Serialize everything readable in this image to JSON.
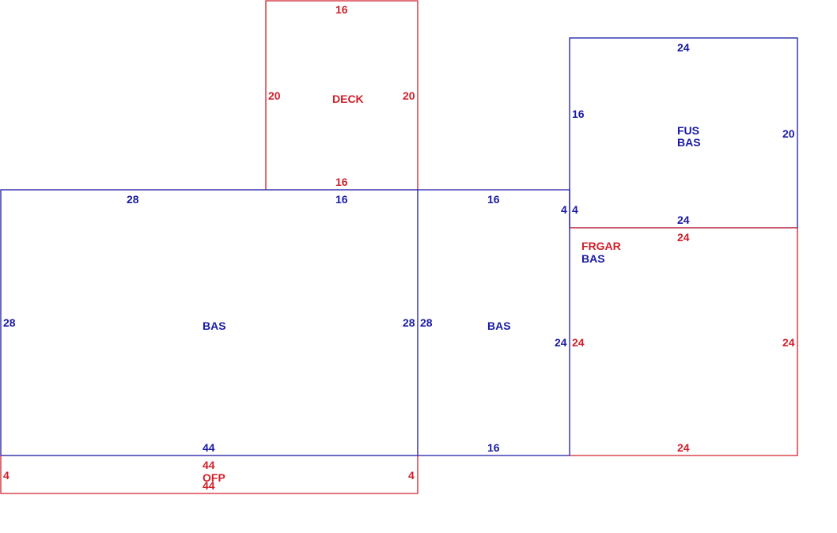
{
  "colors": {
    "blue": "#1a1aa6",
    "red": "#d0202a"
  },
  "areas": [
    {
      "id": "deck",
      "color": "red",
      "labels": [
        "DECK"
      ],
      "dims": {
        "top": "16",
        "bottom": "16",
        "left": "20",
        "right": "20"
      }
    },
    {
      "id": "bas-main",
      "color": "blue",
      "labels": [
        "BAS"
      ],
      "dims": {
        "top_left": "28",
        "top_right": "16",
        "left": "28",
        "right": "28",
        "bottom": "44"
      }
    },
    {
      "id": "bas-middle",
      "color": "blue",
      "labels": [
        "BAS"
      ],
      "dims": {
        "top": "16",
        "left": "28",
        "bottom": "16",
        "right_upper": "4",
        "right_lower": "24"
      }
    },
    {
      "id": "fus",
      "color": "blue",
      "labels": [
        "FUS",
        "BAS"
      ],
      "dims": {
        "top": "24",
        "left": "16",
        "right": "20",
        "bottom": "24",
        "left_lower": "4"
      }
    },
    {
      "id": "frgar",
      "color": "red",
      "labels": [
        "FRGAR",
        "BAS"
      ],
      "label_colors": [
        "red",
        "blue"
      ],
      "dims": {
        "top": "24",
        "left": "24",
        "right": "24",
        "bottom": "24"
      }
    },
    {
      "id": "ofp",
      "color": "red",
      "labels": [
        "OFP"
      ],
      "dims": {
        "top": "44",
        "bottom": "44",
        "left": "4",
        "right": "4"
      }
    }
  ]
}
